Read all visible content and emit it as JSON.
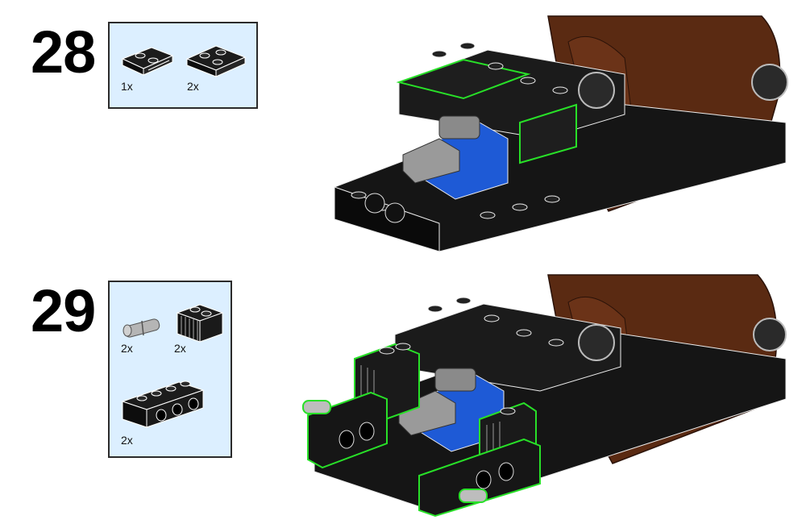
{
  "steps": [
    {
      "number": "28",
      "parts": [
        {
          "icon": "black-plate-1x2-with-rail",
          "qty": "1x"
        },
        {
          "icon": "black-plate-2x2-corner",
          "qty": "2x"
        }
      ],
      "model_icon": "car-chassis-step-28-icon"
    },
    {
      "number": "29",
      "parts": [
        {
          "icon": "gray-technic-pin",
          "qty": "2x"
        },
        {
          "icon": "black-grille-brick-1x2",
          "qty": "2x"
        },
        {
          "icon": "black-technic-brick-1x4",
          "qty": "2x"
        }
      ],
      "model_icon": "car-chassis-step-29-icon"
    }
  ],
  "colors": {
    "panel": "#dcefff",
    "brick_black": "#141414",
    "brick_brown": "#5a2a12",
    "brick_blue": "#1e5ad6",
    "brick_gray": "#9a9a9a",
    "highlight": "#28e028"
  }
}
